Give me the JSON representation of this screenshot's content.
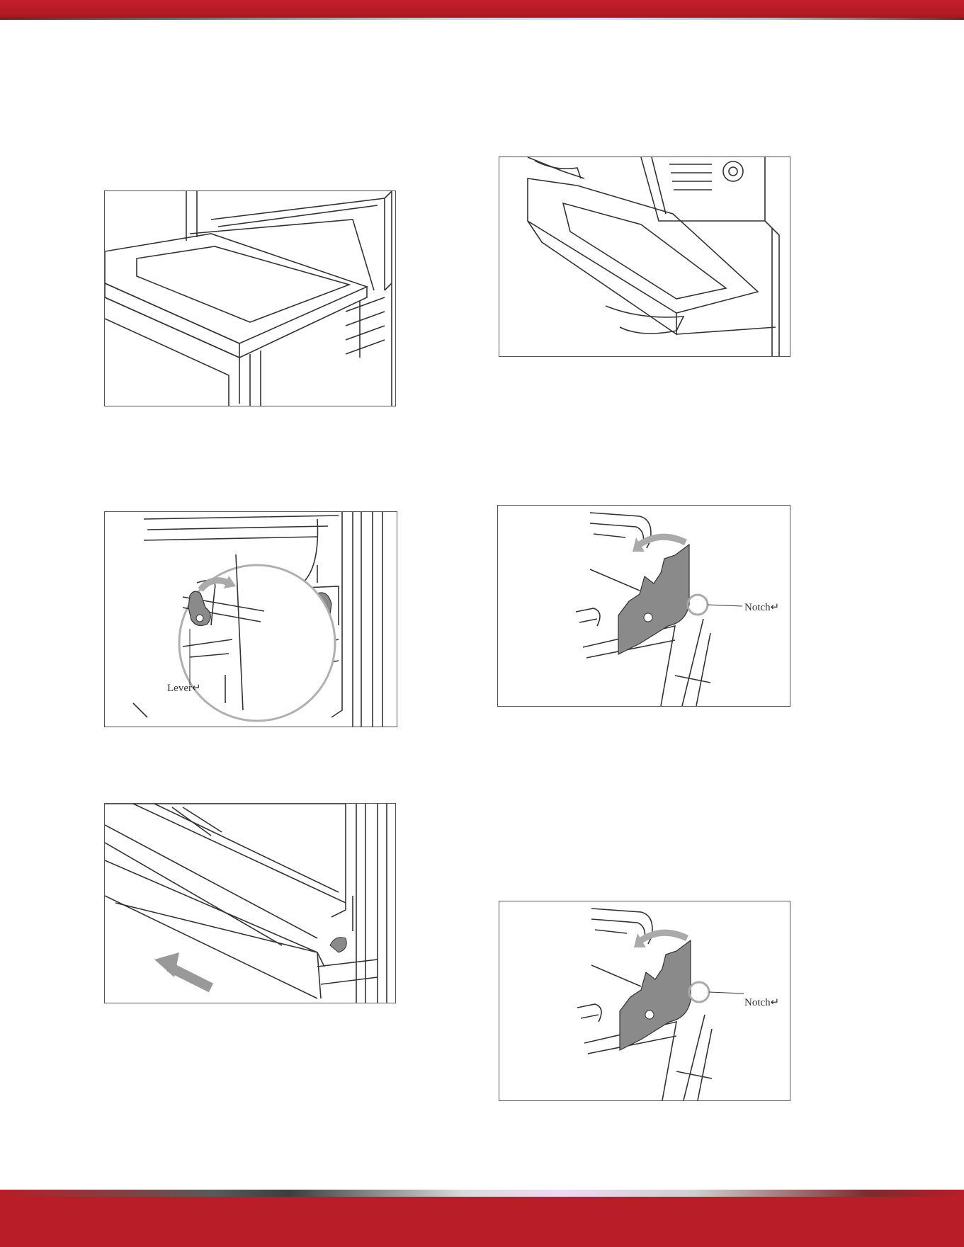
{
  "figures": {
    "fig_door_open": {},
    "fig_door_lift": {},
    "fig_hinge_lever": {
      "label": "Lever↵"
    },
    "fig_hinge_notch_top": {
      "label": "Notch↵"
    },
    "fig_door_slide": {},
    "fig_hinge_notch_bottom": {
      "label": "Notch↵"
    }
  },
  "colors": {
    "brand_red": "#b81d28",
    "figure_gray": "#8a8a8a"
  }
}
